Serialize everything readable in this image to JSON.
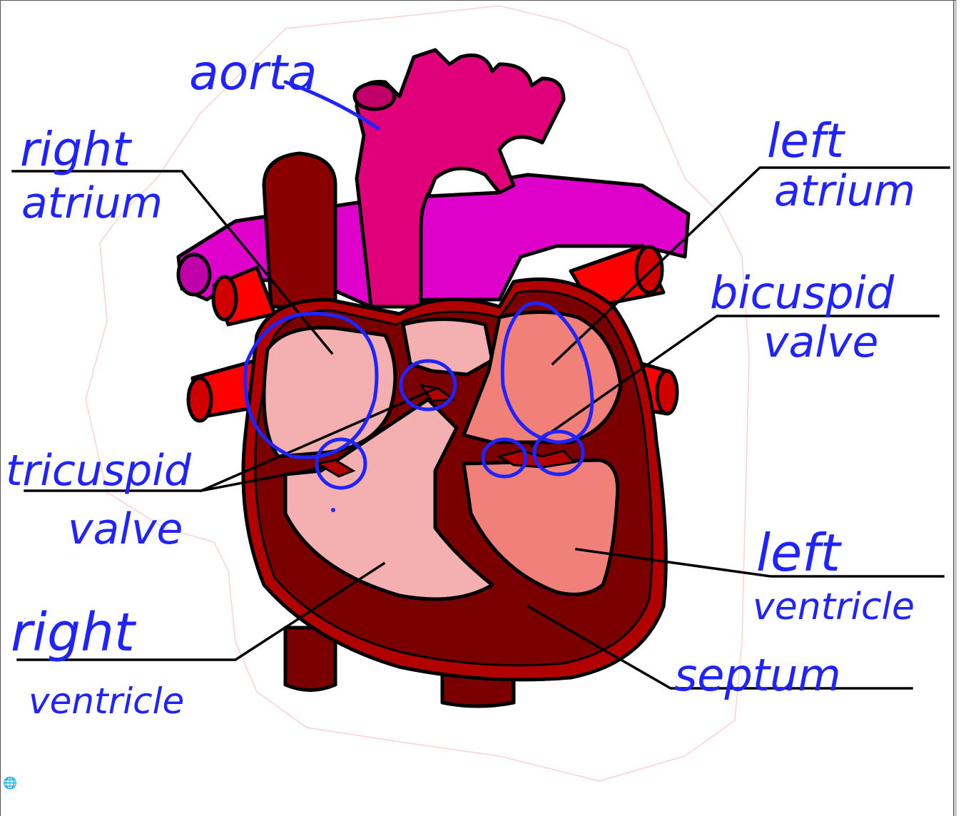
{
  "labels": {
    "aorta": "aorta",
    "right_atrium_line1": "right",
    "right_atrium_line2": "atrium",
    "left_atrium_line1": "left",
    "left_atrium_line2": "atrium",
    "bicuspid_line1": "bicuspid",
    "bicuspid_line2": "valve",
    "tricuspid_line1": "tricuspid",
    "tricuspid_line2": "valve",
    "left_ventricle_line1": "left",
    "left_ventricle_line2": "ventricle",
    "right_ventricle_line1": "right",
    "right_ventricle_line2": "ventricle",
    "septum": "septum"
  },
  "colors": {
    "annotation_ink": "#1f24ff",
    "aorta": "#e0007a",
    "pulmonary": "#e000cc",
    "vessel_red": "#ff0000",
    "muscle_dark": "#7a0000",
    "muscle_mid": "#b00000",
    "chamber_right": "#f4b0b0",
    "chamber_left": "#f08078",
    "glow_outline": "#ffd0d0"
  },
  "icons": {
    "corner": "globe-icon"
  }
}
